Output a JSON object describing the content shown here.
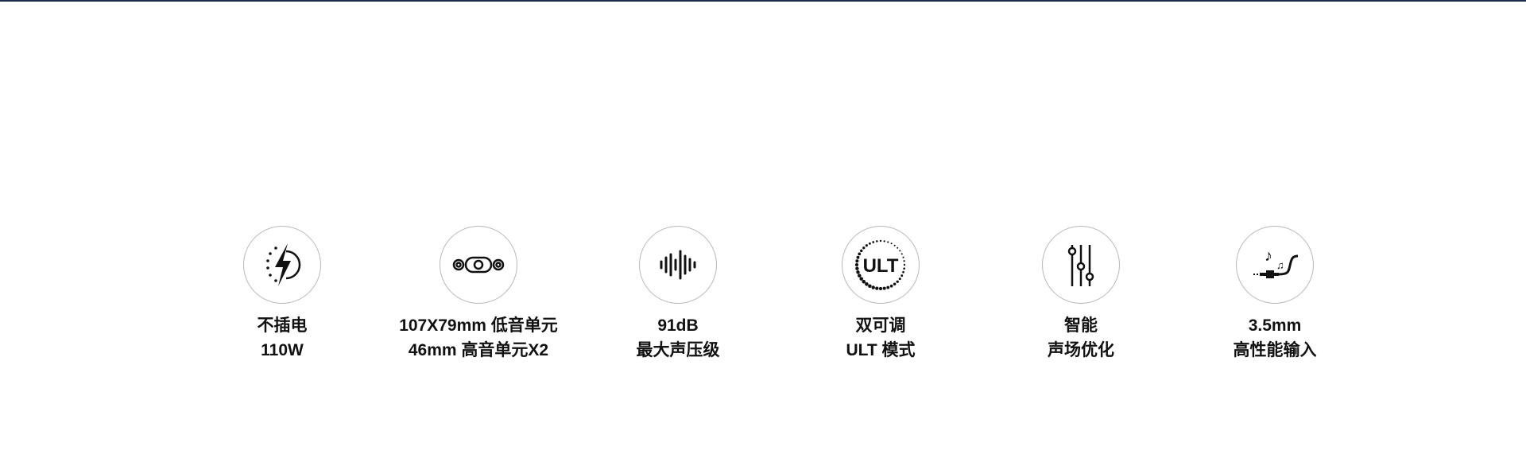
{
  "features": [
    {
      "icon": "lightning-icon",
      "line1": "不插电",
      "line2": "110W"
    },
    {
      "icon": "speaker-drivers-icon",
      "line1": "107X79mm 低音单元",
      "line2": "46mm 高音单元X2"
    },
    {
      "icon": "sound-wave-icon",
      "line1": "91dB",
      "line2": "最大声压级"
    },
    {
      "icon": "ult-icon",
      "line1": "双可调",
      "line2": "ULT 模式",
      "icon_text": "ULT"
    },
    {
      "icon": "equalizer-icon",
      "line1": "智能",
      "line2": "声场优化"
    },
    {
      "icon": "audio-jack-icon",
      "line1": "3.5mm",
      "line2": "高性能输入"
    }
  ]
}
